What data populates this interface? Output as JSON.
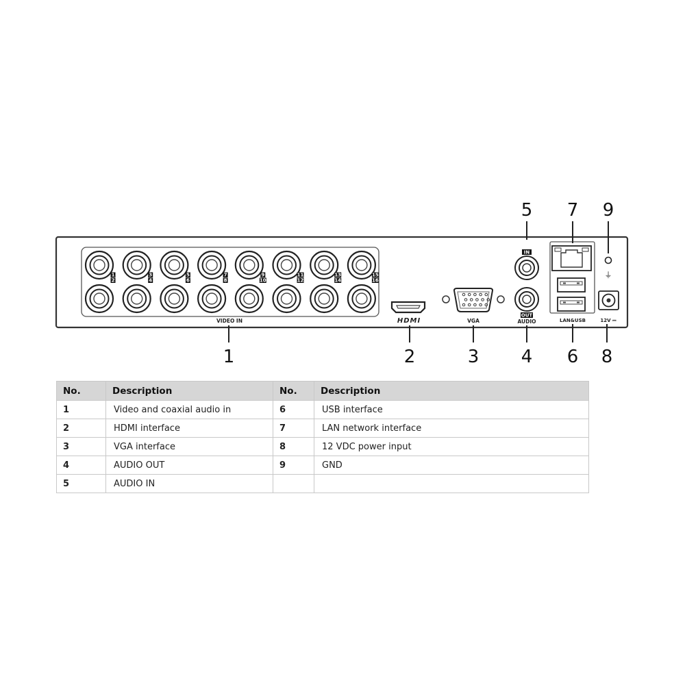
{
  "panel": {
    "video_in_label": "VIDEO IN",
    "hdmi_label": "HDMI",
    "vga_label": "VGA",
    "audio_label": "AUDIO",
    "audio_in_tag": "IN",
    "audio_out_tag": "OUT",
    "lan_usb_label": "LAN&USB",
    "power_label": "12V ⎓",
    "gnd_symbol": "⏚",
    "channel_top": [
      "1",
      "3",
      "5",
      "7",
      "9",
      "11",
      "13",
      "15"
    ],
    "channel_bottom": [
      "2",
      "4",
      "6",
      "8",
      "10",
      "12",
      "14",
      "16"
    ]
  },
  "callouts": [
    "1",
    "2",
    "3",
    "4",
    "5",
    "6",
    "7",
    "8",
    "9"
  ],
  "table": {
    "headers": [
      "No.",
      "Description",
      "No.",
      "Description"
    ],
    "rows": [
      [
        "1",
        "Video and coaxial audio in",
        "6",
        "USB interface"
      ],
      [
        "2",
        "HDMI interface",
        "7",
        "LAN network interface"
      ],
      [
        "3",
        "VGA interface",
        "8",
        "12 VDC power input"
      ],
      [
        "4",
        "AUDIO OUT",
        "9",
        "GND"
      ],
      [
        "5",
        "AUDIO IN",
        "",
        ""
      ]
    ]
  }
}
